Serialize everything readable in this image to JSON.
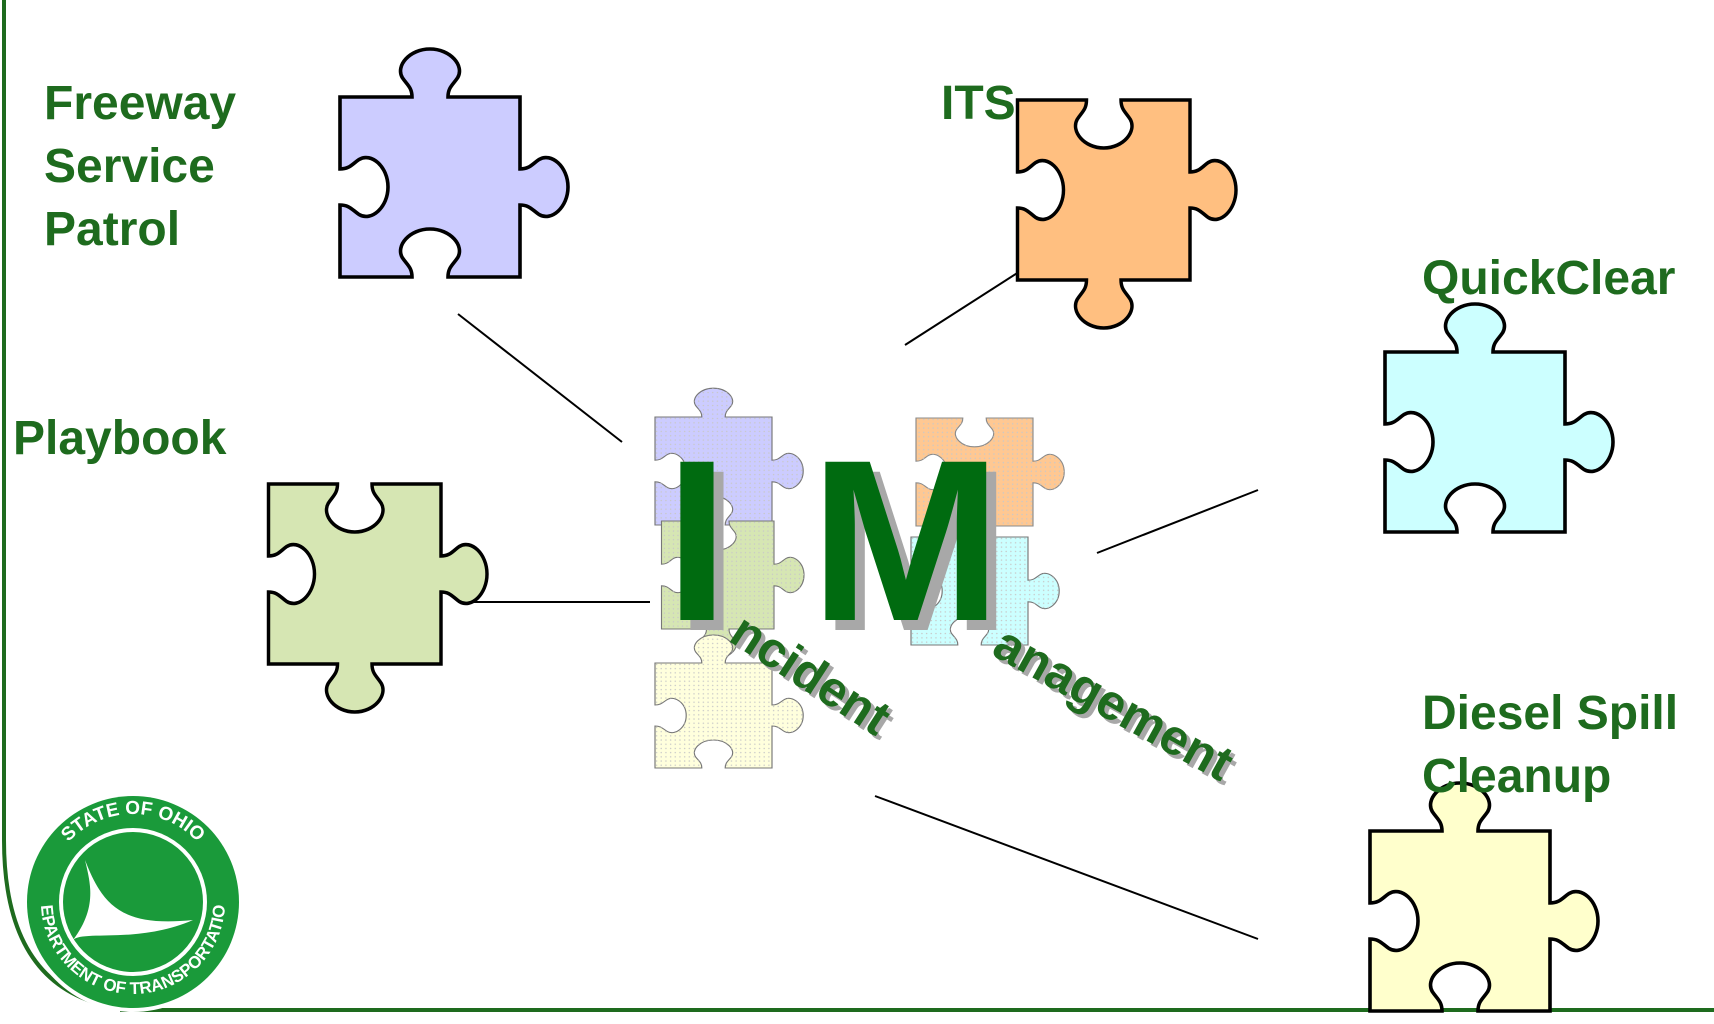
{
  "labels": {
    "freeway": [
      "Freeway",
      "Service",
      "Patrol"
    ],
    "its": "ITS",
    "quickclear": "QuickClear",
    "playbook": "Playbook",
    "diesel": [
      "Diesel Spill",
      "Cleanup"
    ]
  },
  "center": {
    "i": "I",
    "m": "M",
    "incident": "ncident",
    "management": "anagement"
  },
  "seal": {
    "top_text": "STATE OF OHIO",
    "bottom_text": "DEPARTMENT OF TRANSPORTATION"
  },
  "colors": {
    "label_green": "#1e6b1e",
    "freeway_piece": "#ccccff",
    "its_piece": "#ffbf80",
    "quickclear_piece": "#ccffff",
    "playbook_piece": "#d6e6b3",
    "diesel_piece": "#ffffcc",
    "seal_green": "#1a9a3a"
  }
}
